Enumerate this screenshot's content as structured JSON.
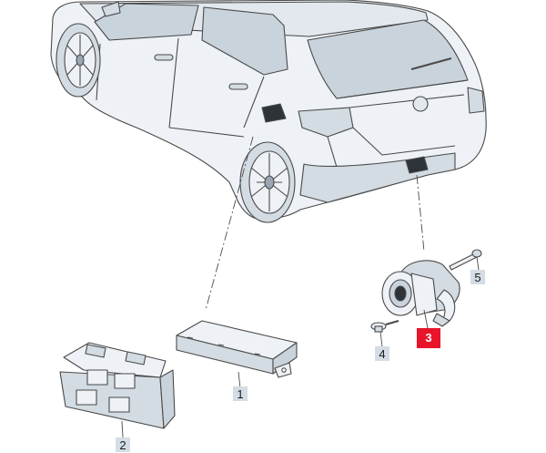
{
  "callouts": [
    {
      "id": "c1",
      "label": "1",
      "highlighted": false
    },
    {
      "id": "c2",
      "label": "2",
      "highlighted": false
    },
    {
      "id": "c3",
      "label": "3",
      "highlighted": true
    },
    {
      "id": "c4",
      "label": "4",
      "highlighted": false
    },
    {
      "id": "c5",
      "label": "5",
      "highlighted": false
    }
  ],
  "colors": {
    "highlight": "#e8142a",
    "label_box": "#d4dde6",
    "car_fill": "#eef2f6",
    "car_shade": "#d3dbe3",
    "line": "#4a4a4a"
  }
}
